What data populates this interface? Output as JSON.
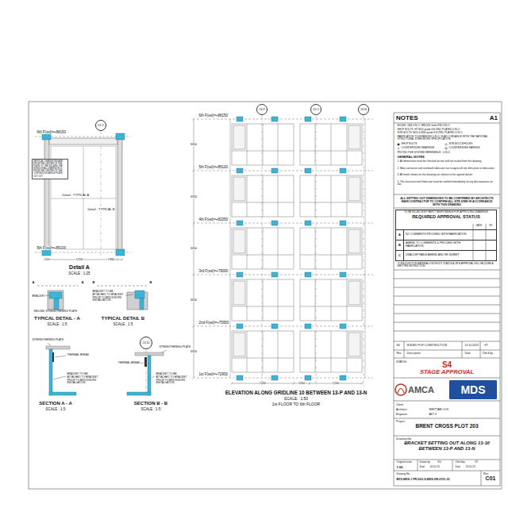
{
  "diagram": {
    "nodes": [
      {
        "text": [
          "NOTES",
          "A1"
        ]
      },
      {
        "text": [
          "TO BE FILLED IN BY PARTY RESPONSIBLE FOR APPROVING DRAWINGS",
          "REQUIRED APPROVAL STATUS"
        ]
      },
      {
        "text": [
          "A",
          "NO COMMENTS PROCEED WITH FABRICATION"
        ],
        "in": 1
      },
      {
        "text": [
          "B",
          "AMEND TO COMMENTS & PROCEED WITH FABRICATION"
        ],
        "in": 1
      },
      {
        "text": [
          "C",
          "UNACCEPTABLE AMEND AND RE-SUBMIT"
        ],
        "in": 1
      },
      {
        "text": [
          "STATUS",
          "S4",
          "STAGE APPROVAL"
        ]
      },
      {
        "text": [
          "AMCA"
        ]
      },
      {
        "text": [
          "MDS"
        ]
      },
      {
        "text": [
          "Client",
          "Architect",
          "Engineer"
        ]
      },
      {
        "text": [
          "Project",
          "BRENT CROSS PLOT 203"
        ]
      },
      {
        "text": [
          "Drawing title",
          "BRACKET SETTING OUT ALONG 13-10 BETWEEN 13-P AND 13-N"
        ]
      },
      {
        "text": [
          "Rev",
          "C01"
        ]
      },
      {
        "text": [
          "13-O"
        ]
      },
      {
        "text": [
          "13-P"
        ]
      },
      {
        "text": [
          "13-O"
        ]
      },
      {
        "text": [
          "13-N"
        ]
      },
      {
        "text": [
          "13-10"
        ]
      },
      {
        "text": [
          "VERTICAL DIMENSIONS ARE FROM THE CENTRE OF THE PLATE TO THE SSL AND THE HORIZONTAL DIMENSION IS FROM THE CENTRE OF THE CONTINUOUS ANGLE PLATE CUT OUT"
        ]
      }
    ],
    "labels": [
      "6th F(ssl)=+88150",
      "5th F(ssl)=+85100",
      "Detail - TYPICAL A",
      "Detail - TYPICAL B",
      "150",
      "1250",
      "1300",
      "Detail A",
      "SCALE : 1:25",
      "A",
      "A",
      "BRACKET",
      "WELDED STRENGTHENING PLATE",
      "TYPICAL DETAIL - A",
      "SCALE : 1:5",
      "B",
      "B",
      "BRACKET TO BE ATTACHED TO BRACKET PRIOR TO BRICKWORK INSTALLATION",
      "TYPICAL DETAIL B",
      "SCALE : 1:5",
      "STRENGTHENING PLATE",
      "THERMAL BREAK",
      "BRACKET TO BE ATTACHED TO BRACKET PRIOR TO BRICKWORK INSTALLATION",
      "SECTION A - A",
      "SCALE : 1:5",
      "STRENGTHENING PLATE",
      "THERMAL BREAK",
      "BRACKET TO BE ATTACHED TO BRACKET PRIOR TO BRICKWORK INSTALLATION",
      "SECTION B - B",
      "SCALE : 1:5",
      "6th F(ssl)=+88150",
      "5th F(ssl)=+85100",
      "4th F(ssl)=+82050",
      "3rd F(ssl)=+79000",
      "2nd F(ssl)=+75950",
      "1st F(ssl)=+72900",
      "3050",
      "3050",
      "3050",
      "3050",
      "3050",
      "1200",
      "1050",
      "1200",
      "ELEVATION ALONG GRIDLINE 10 BETWEEN 13-P AND 13-N",
      "SCALE : 1:50",
      "1st FLOOR TO 6th FLOOR",
      "HOLES: 18Ø U.N.O. WELDS: 6mm FW U.N.O.",
      "SHOP BOLTS: HT M16 grade 8.8 ZINC PLATED U.N.O.",
      "SITE BOLTS: M20 & M16 grade 8.8 ZINC PLATED U.N.O.",
      "FABRICATION TOLERANCES U.N.O. IN ACCORDANCE WITH THE NATIONAL STRUCTURAL STEELWORK SPECIFICATION",
      "SHOP BOLTS",
      "SITE BOLTS/HOLES",
      "COUNTERSUNK NEARSIDE",
      "COUNTERSUNK FARSIDE",
      "PROTECTIVE SYSTEM REFERENCE : U.N.O.",
      "GENERAL NOTES",
      "1. All dimensions must be checked on site and not scaled from this drawing.",
      "2. Main contractor and steelwork fabricator are to agree all site dims prior to fabrication.",
      "3. All levels shown on this drawing are relative to the agreed datum.",
      "4. The structural steel fabricator must be notified immediately of any discrepancies on site.",
      "ALL SETTING OUT DIMENSIONS TO BE CONFIRMED BY ARCHITECTS MAIN CONTRACTOR TO CONFIRM ALL SITE DIMS IN ACCORDANCE WITH THIS DRAWING",
      "TO REQUISITION MATERIALS WITHOUT STATUS A OR B APPROVAL WILL REQUIRE A WRITTEN INSTRUCTION",
      "DATE",
      "BY",
      "S4",
      "ISSUED FOR CONSTRUCTION",
      "13.10.2023",
      "KT",
      "Rev",
      "Description",
      "Date",
      "Chk'd by",
      "WHITTAM COX",
      "AKT II",
      "Original scale",
      "1:50",
      "Drawn by",
      "KU",
      "Chk'd by",
      "KT",
      "Date",
      "24.10.23",
      "Date",
      "13.10.23",
      "Drawing No.",
      "BXX-MDS-1 PR-D03-S-MDS-DR-0701-22"
    ]
  }
}
